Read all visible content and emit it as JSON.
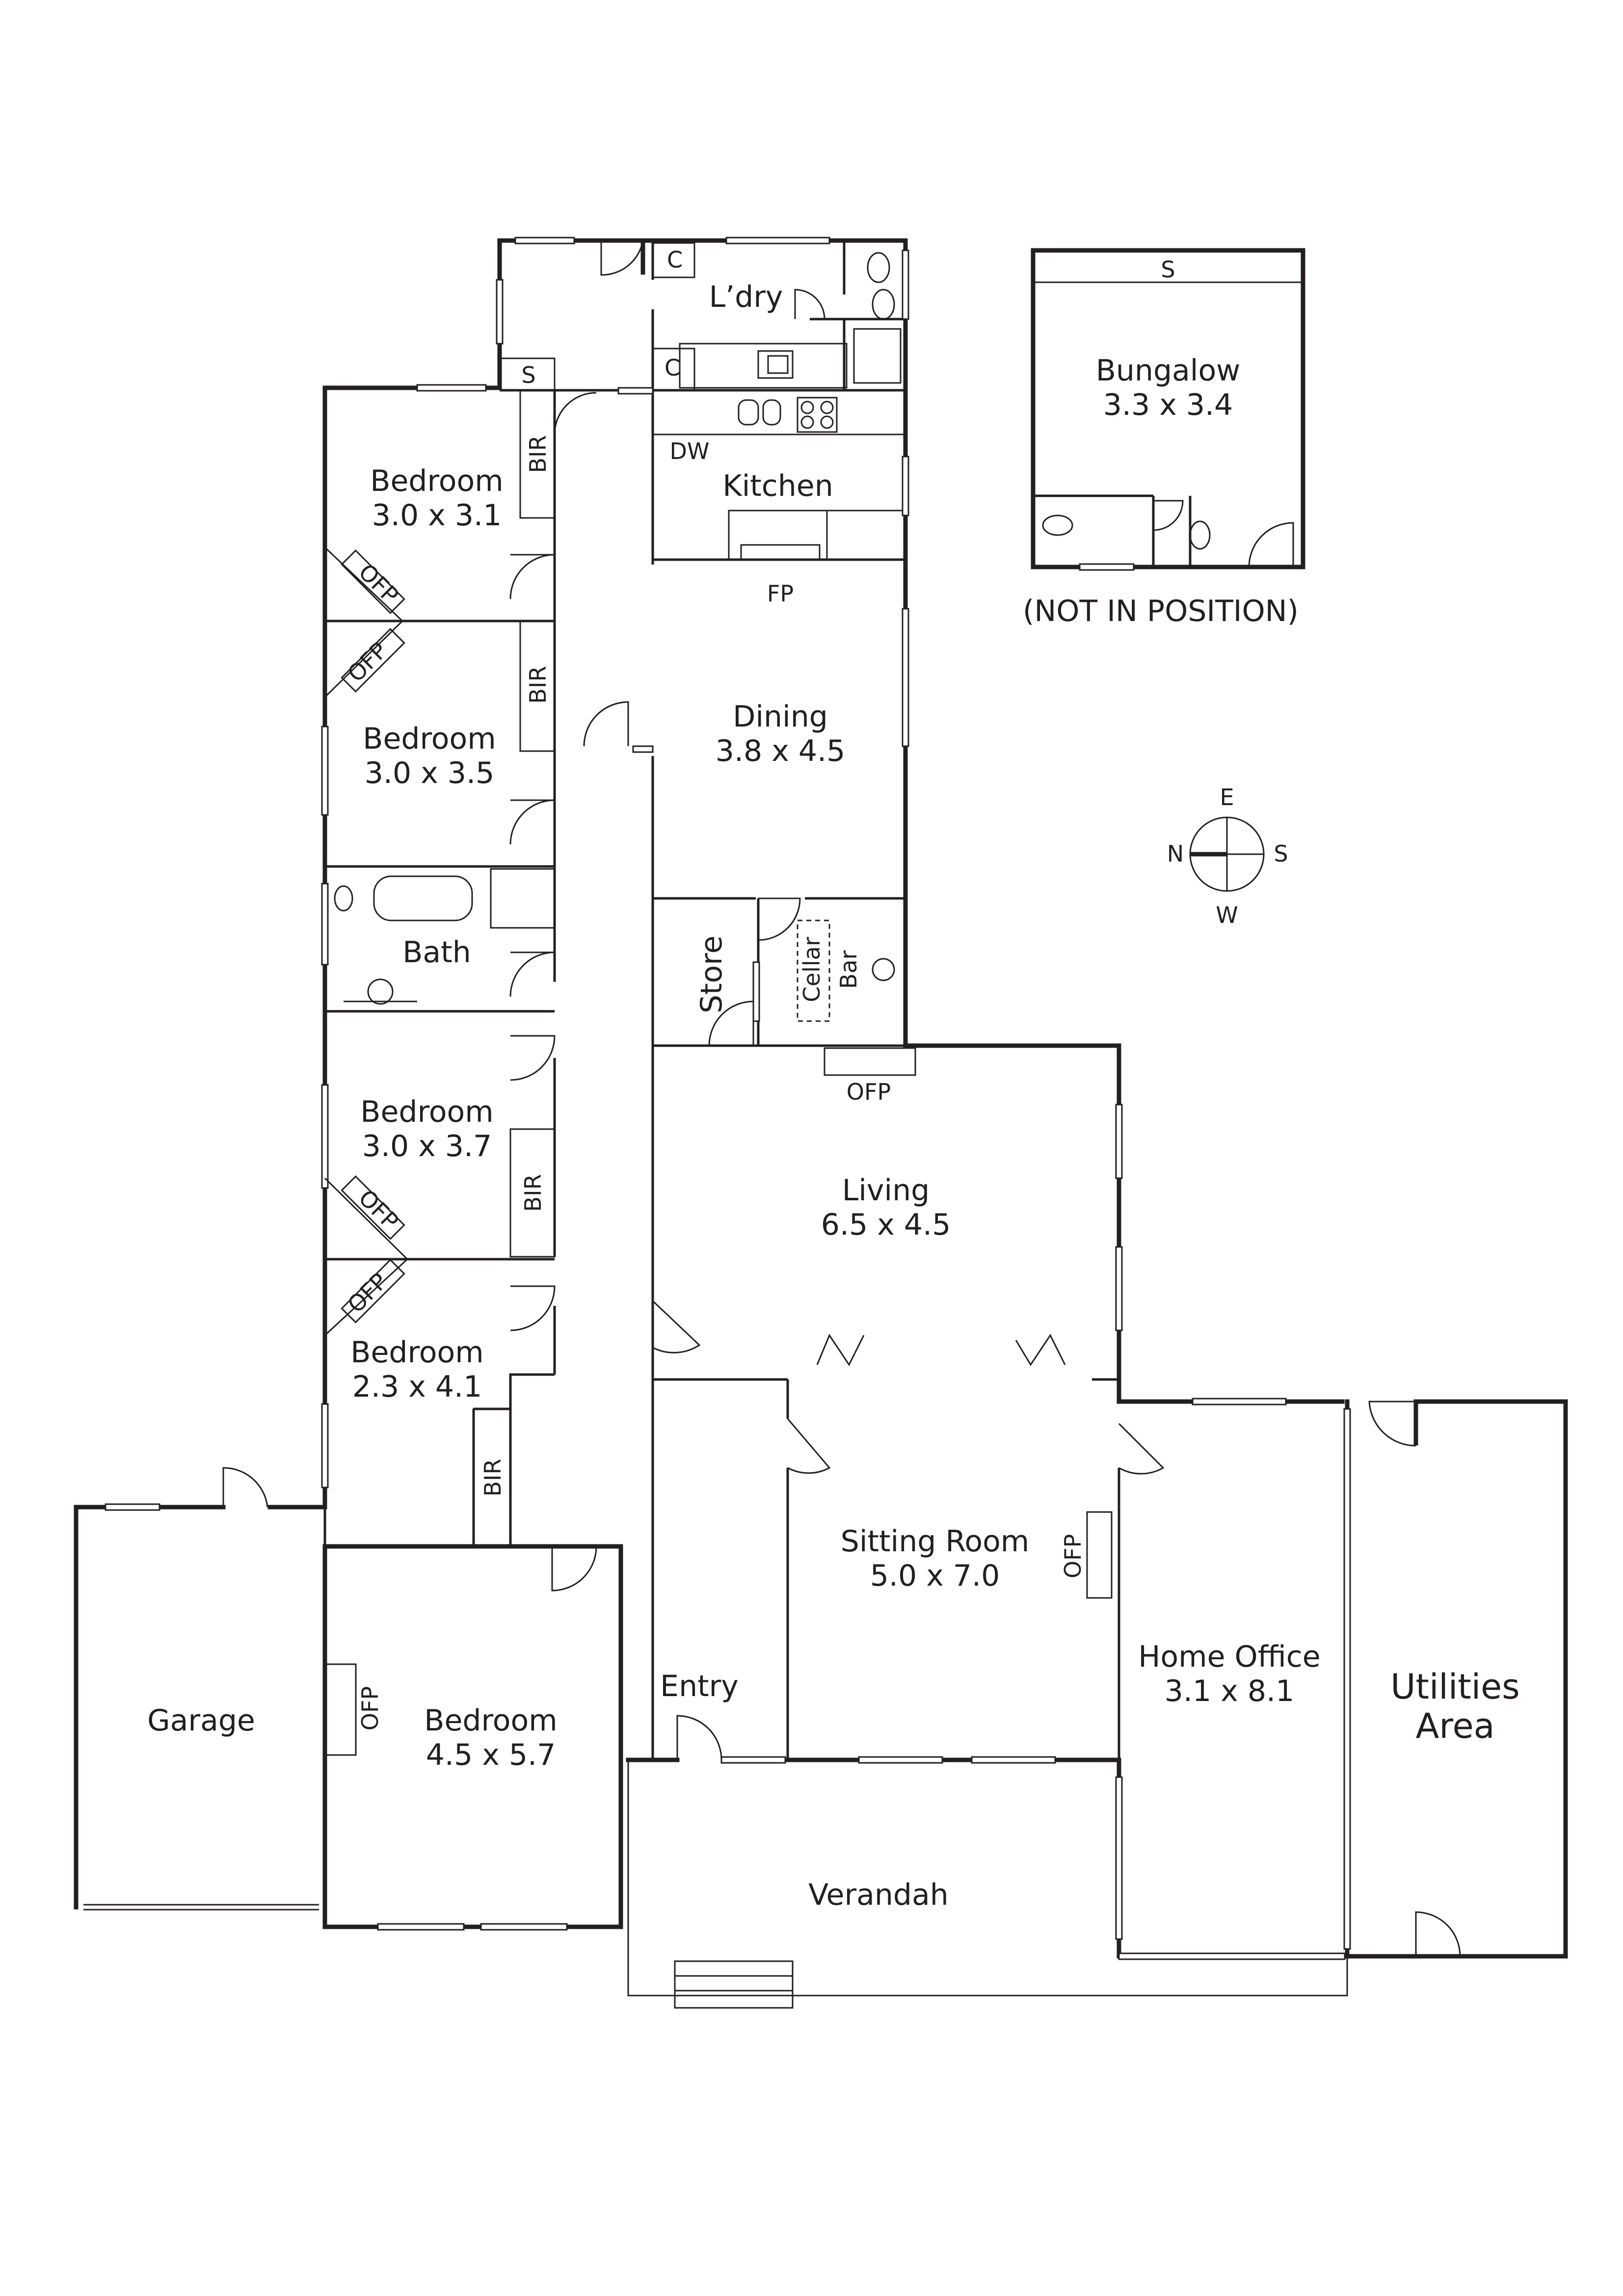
{
  "rooms": {
    "laundry": "L’dry",
    "kitchen": "Kitchen",
    "dishwasher": "DW",
    "kitchen_fireplace": "FP",
    "bed1_name": "Bedroom",
    "bed1_size": "3.0 x 3.1",
    "bed2_name": "Bedroom",
    "bed2_size": "3.0 x 3.5",
    "bath": "Bath",
    "bed3_name": "Bedroom",
    "bed3_size": "3.0 x 3.7",
    "bed4_name": "Bedroom",
    "bed4_size": "2.3 x 4.1",
    "bed5_name": "Bedroom",
    "bed5_size": "4.5 x 5.7",
    "dining_name": "Dining",
    "dining_size": "3.8 x 4.5",
    "store": "Store",
    "cellar": "Cellar",
    "bar": "Bar",
    "living_name": "Living",
    "living_size": "6.5 x 4.5",
    "sitting_name": "Sitting Room",
    "sitting_size": "5.0 x 7.0",
    "office_name": "Home Office",
    "office_size": "3.1 x 8.1",
    "utilities_line1": "Utilities",
    "utilities_line2": "Area",
    "garage": "Garage",
    "entry": "Entry",
    "verandah": "Verandah",
    "bungalow_name": "Bungalow",
    "bungalow_size": "3.3 x 3.4"
  },
  "labels": {
    "bir": "BIR",
    "ofp": "OFP",
    "shower_s": "S",
    "cupboard_c": "C",
    "not_in_position": "(NOT IN POSITION)"
  },
  "compass": {
    "north": "N",
    "south": "S",
    "east": "E",
    "west": "W"
  }
}
